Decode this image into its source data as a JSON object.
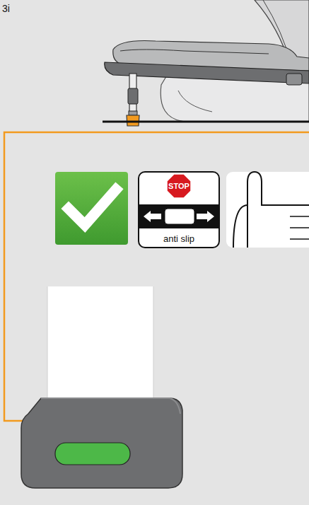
{
  "diagram": {
    "labels": [
      "3i",
      "STOP",
      "anti slip"
    ]
  }
}
